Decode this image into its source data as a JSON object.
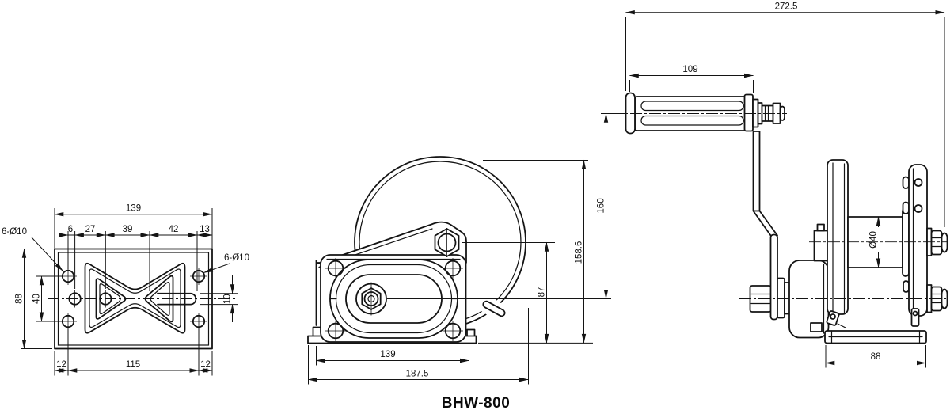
{
  "drawing_title": "BHW-800",
  "left_view": {
    "width_total": "139",
    "chain": [
      "6",
      "27",
      "39",
      "42",
      "13"
    ],
    "height_total": "88",
    "hole_row_spacing": "40",
    "bottom_left_offset": "12",
    "bottom_span": "115",
    "bottom_right_offset": "12",
    "slot_height": "10",
    "holes_label_left": "6-Ø10",
    "holes_label_right": "6-Ø10"
  },
  "side_view": {
    "base_width": "139",
    "overall_length": "187.5",
    "axle_height": "87",
    "overall_height": "158.6"
  },
  "front_view": {
    "overall_width": "272.5",
    "grip_length": "109",
    "crank_radius": "160",
    "drum_diameter": "Ø40",
    "base_depth": "88"
  }
}
